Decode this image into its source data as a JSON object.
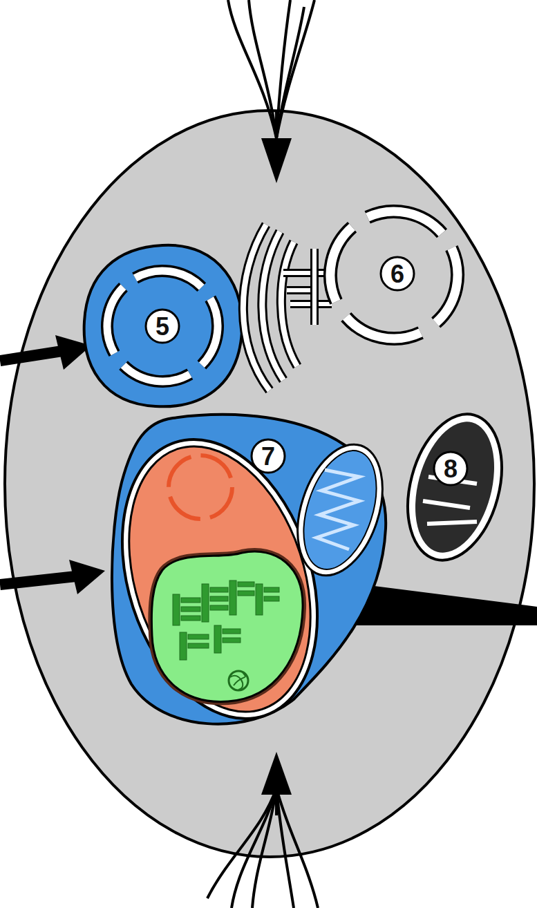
{
  "diagram": {
    "labels": [
      "5",
      "6",
      "7",
      "8"
    ]
  }
}
